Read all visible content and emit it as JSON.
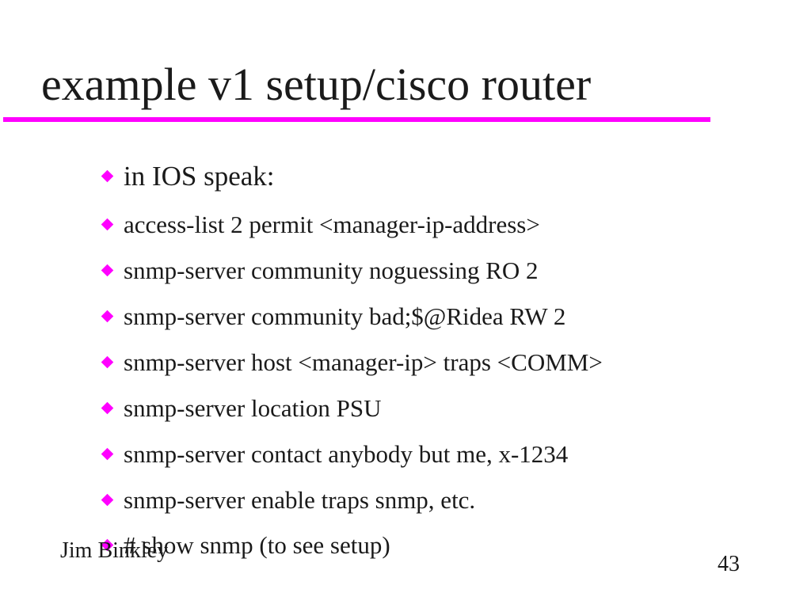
{
  "slide": {
    "title": "example v1 setup/cisco router",
    "accent_color": "#ff00ff",
    "bullets": [
      "in IOS speak:",
      "access-list 2 permit <manager-ip-address>",
      "snmp-server community noguessing RO 2",
      "snmp-server community bad;$@Ridea RW 2",
      "snmp-server host <manager-ip> traps <COMM>",
      "snmp-server location PSU",
      "snmp-server contact anybody but me, x-1234",
      "snmp-server enable traps snmp, etc.",
      "# show snmp (to see setup)"
    ],
    "footer": {
      "author": "Jim Binkley",
      "page_number": "43"
    }
  }
}
